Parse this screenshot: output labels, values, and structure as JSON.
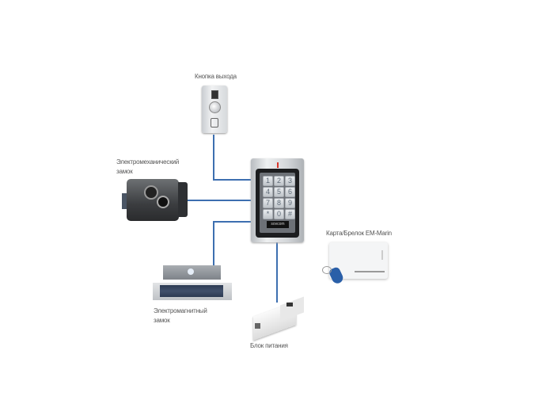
{
  "labels": {
    "exit_button": "Кнопка выхода",
    "electromech_lock": [
      "Электромеханический",
      "замок"
    ],
    "electromag_lock": [
      "Электромагнитный",
      "замок"
    ],
    "power_supply": "Блок питания",
    "card_fob": "Карта/Брелок EM-Marin"
  },
  "keypad": {
    "keys": [
      "1",
      "2",
      "3",
      "4",
      "5",
      "6",
      "7",
      "8",
      "9",
      "*",
      "0",
      "#"
    ],
    "brand": "sovcom"
  },
  "colors": {
    "wire": "#3d6fb0",
    "indicator": "#d9362b",
    "fob": "#2a5fa8"
  }
}
